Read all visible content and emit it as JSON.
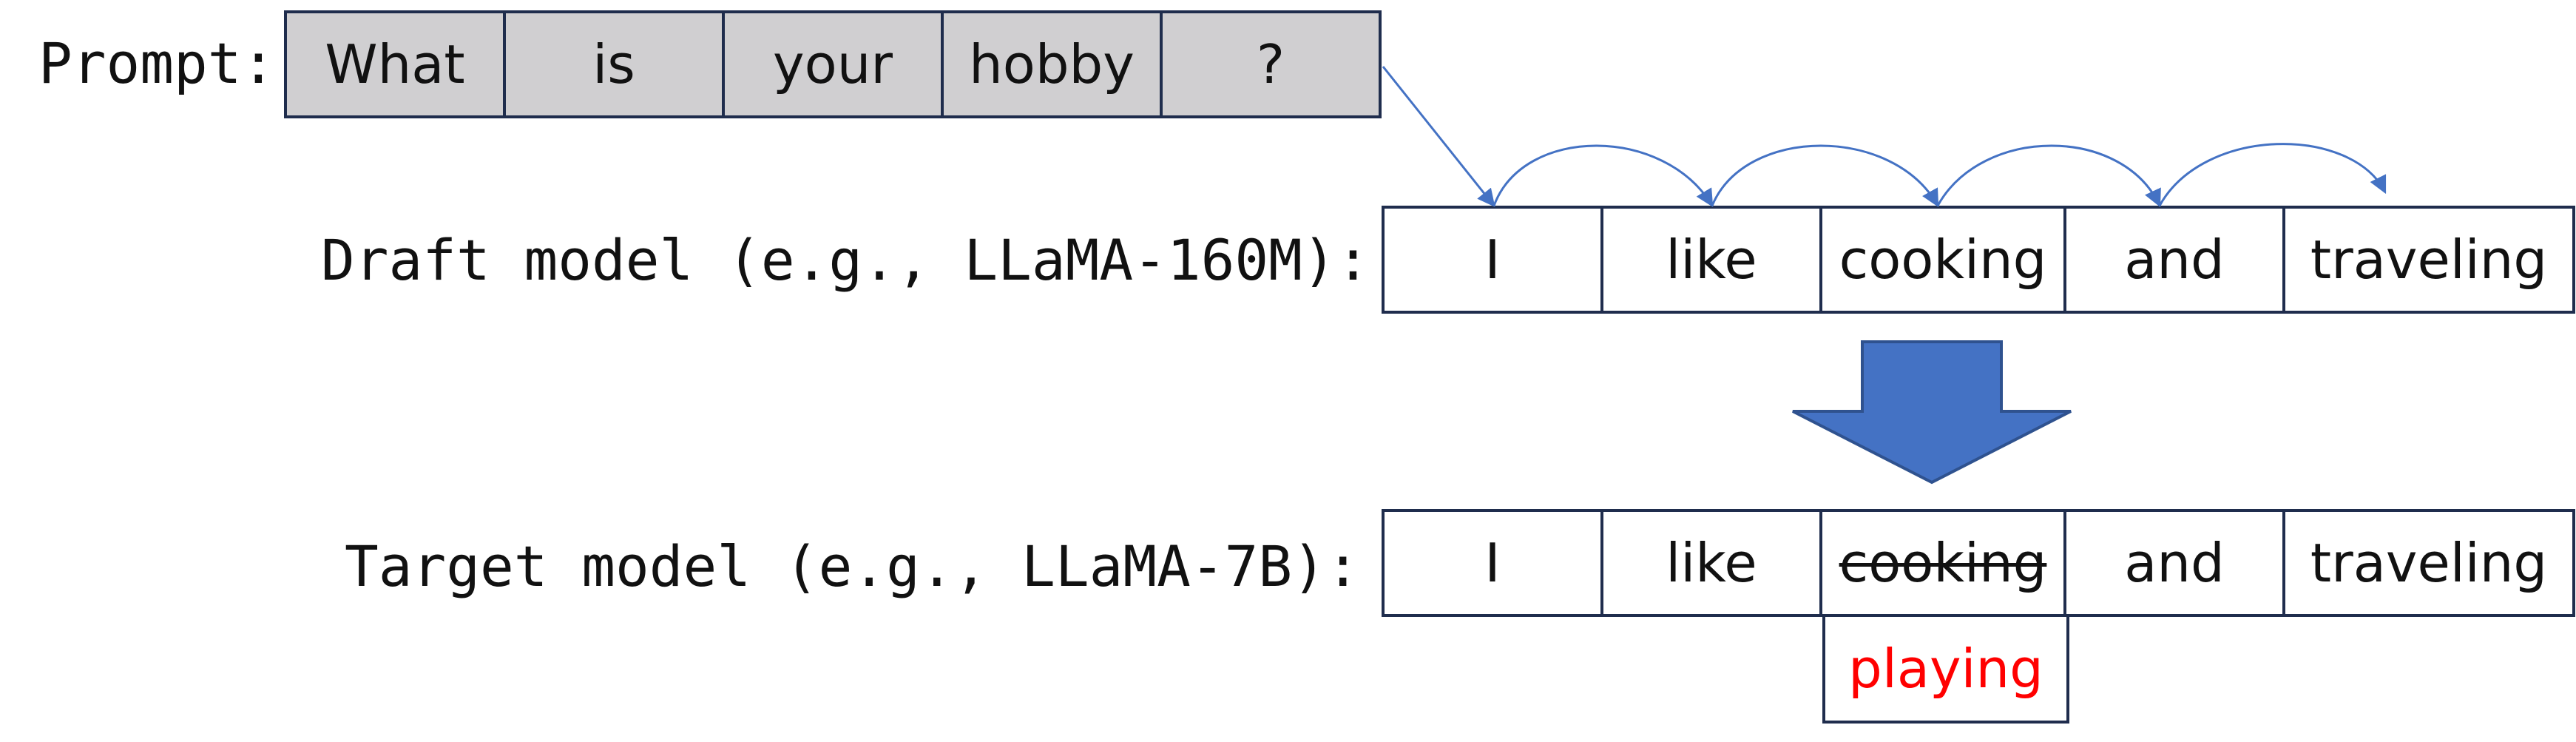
{
  "prompt": {
    "label": "Prompt:",
    "tokens": [
      "What",
      "is",
      "your",
      "hobby",
      "?"
    ]
  },
  "draft": {
    "label": "Draft model (e.g., LLaMA-160M):",
    "tokens": [
      "I",
      "like",
      "cooking",
      "and",
      "traveling"
    ]
  },
  "target": {
    "label": "Target model (e.g., LLaMA-7B):",
    "tokens": [
      "I",
      "like",
      "cooking",
      "and",
      "traveling"
    ],
    "rejected_token": "cooking",
    "replacement": "playing"
  },
  "colors": {
    "prompt_fill": "#d0cfd1",
    "border": "#1f2d4d",
    "arrow": "#4472c4",
    "replacement_text": "#ff0000"
  },
  "icons": {
    "down_arrow": "block-down-arrow-icon",
    "curved_arrows": "curved-arrow-icon"
  }
}
